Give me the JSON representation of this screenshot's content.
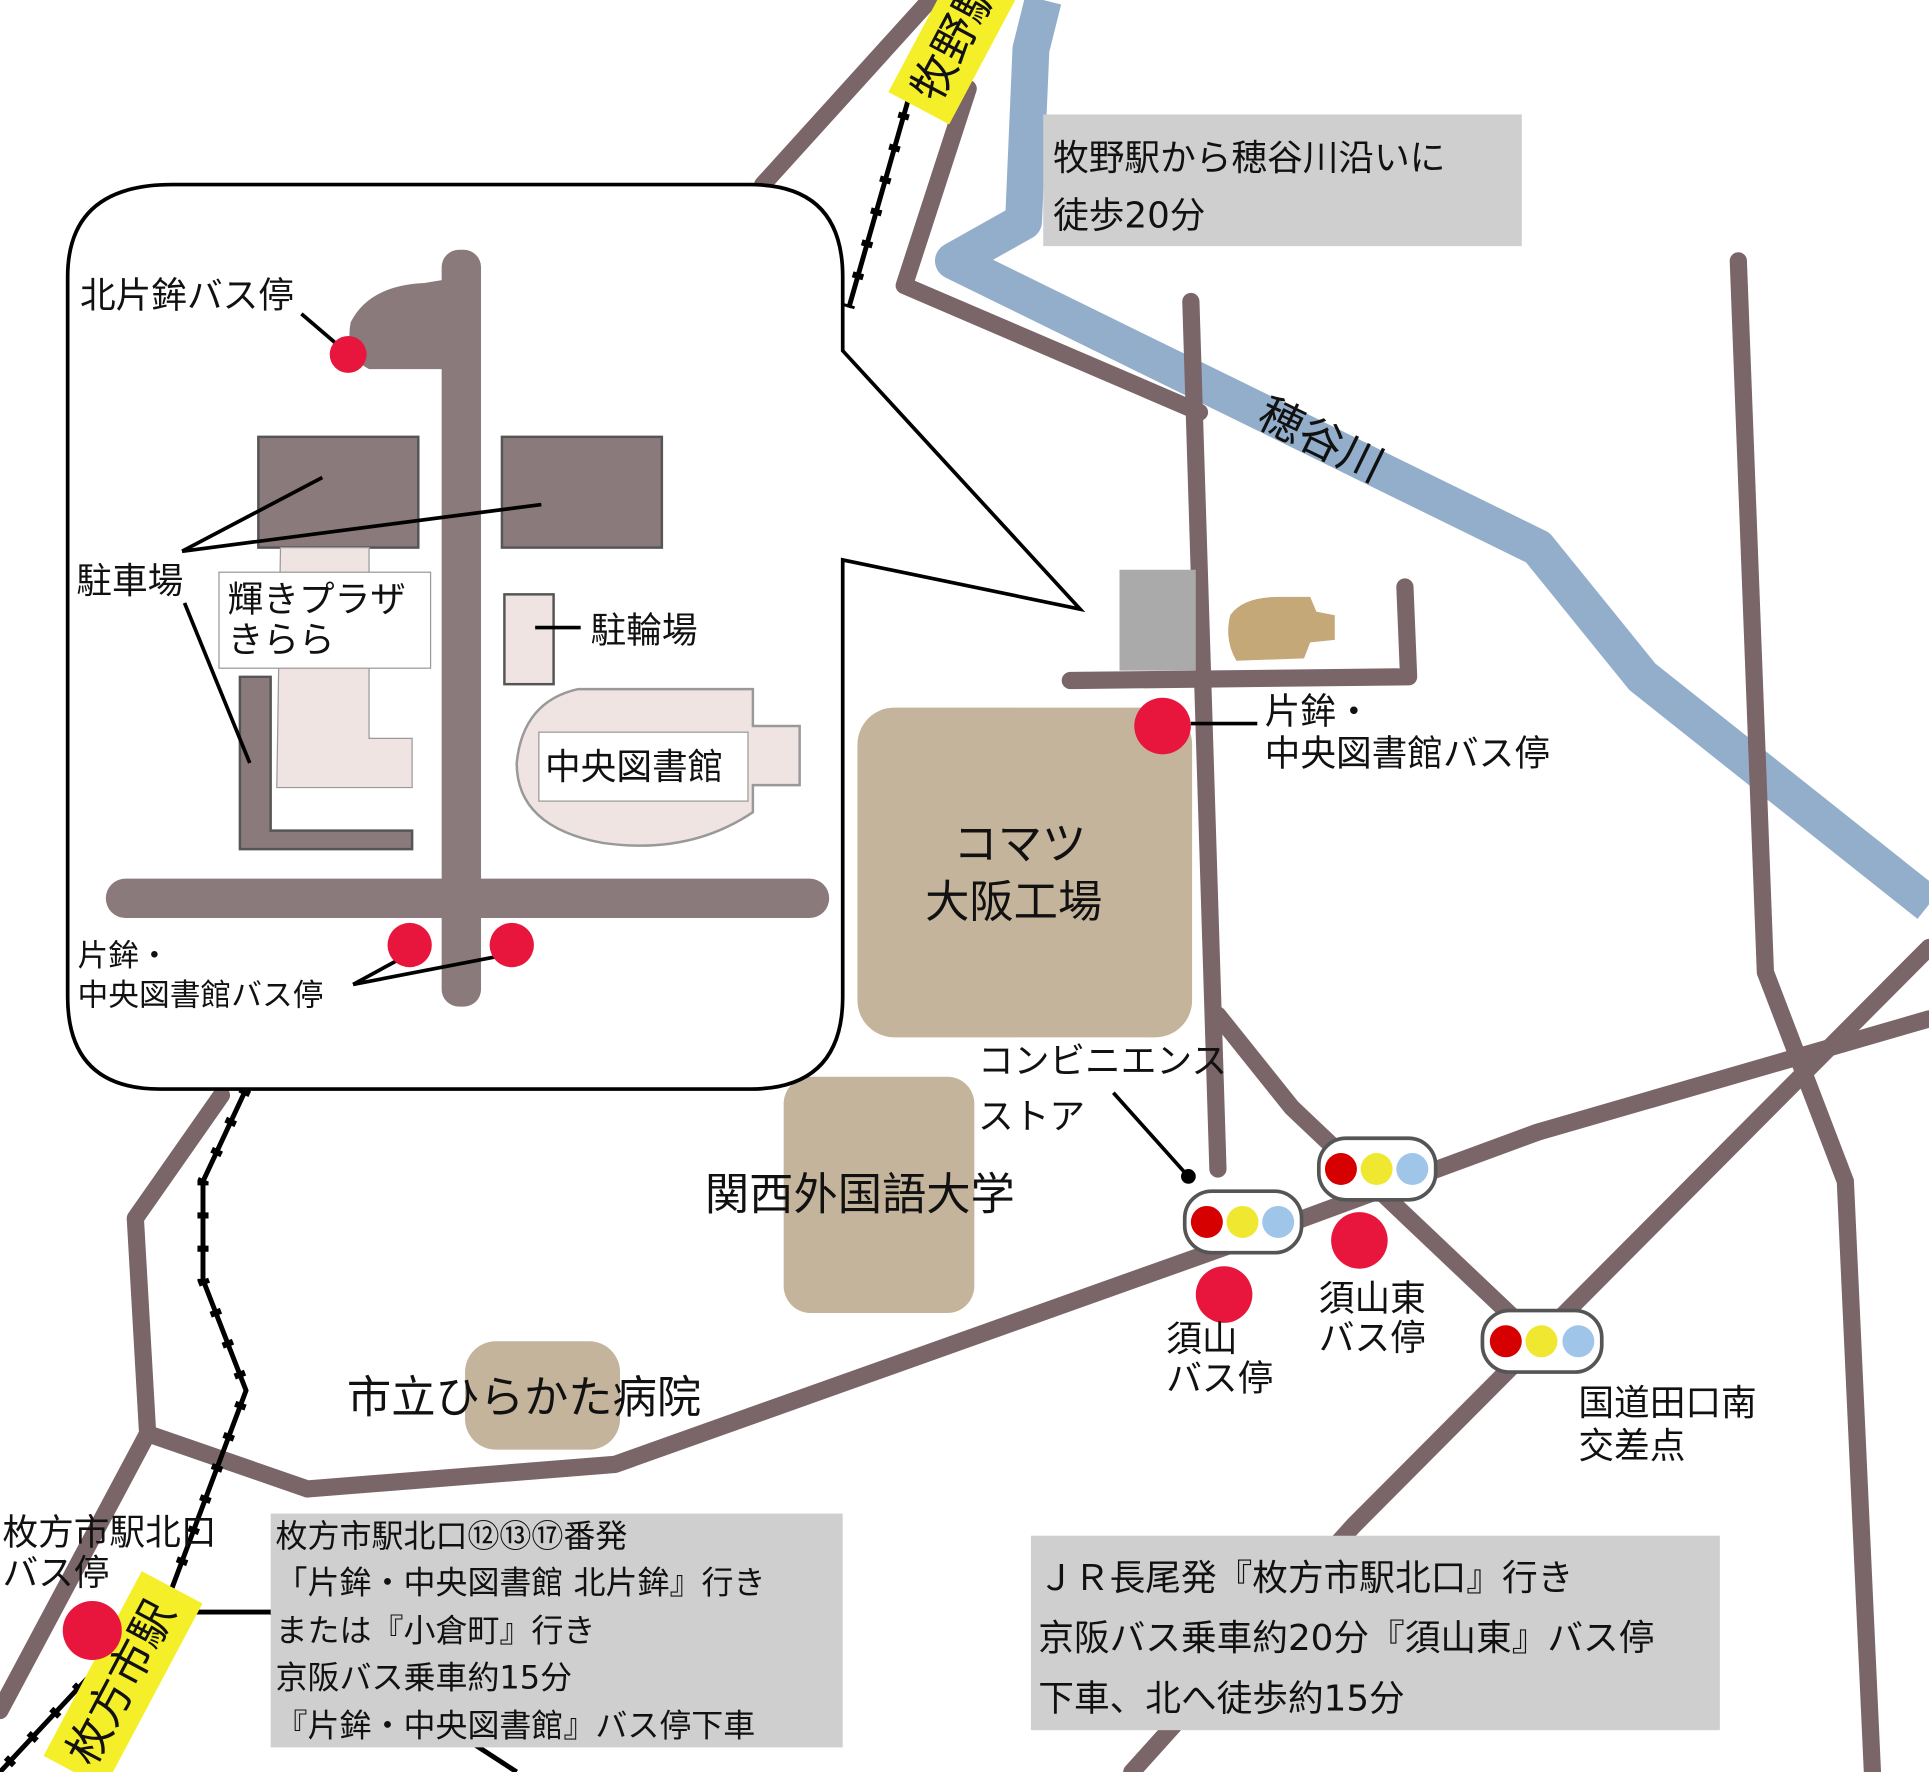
{
  "stations": {
    "makino": "牧野駅",
    "hirakatashi": "枚方市駅"
  },
  "river": "穂谷川",
  "notes": {
    "makino": [
      "牧野駅から穂谷川沿いに",
      "徒歩20分"
    ],
    "hirakata": [
      "枚方市駅北口⑫⑬⑰番発",
      "「片鉾・中央図書館 北片鉾』行き",
      "または『小倉町』行き",
      "京阪バス乗車約15分",
      "『片鉾・中央図書館』バス停下車"
    ],
    "jr": [
      "ＪＲ長尾発『枚方市駅北口』行き",
      "京阪バス乗車約20分『須山東』バス停",
      "下車、北へ徒歩約15分"
    ]
  },
  "inset": {
    "kitakatahoko_stop": "北片鉾バス停",
    "parking": "駐車場",
    "kirara": [
      "輝きプラザ",
      "きらら"
    ],
    "bicycle_parking": "駐輪場",
    "library": "中央図書館",
    "library_stop": [
      "片鉾・",
      "中央図書館バス停"
    ]
  },
  "landmarks": {
    "library_stop": [
      "片鉾・",
      "中央図書館バス停"
    ],
    "komatsu": [
      "コマツ",
      "大阪工場"
    ],
    "convenience": [
      "コンビニエンス",
      "ストア"
    ],
    "university": "関西外国語大学",
    "hospital": "市立ひらかた病院",
    "suyama_stop": [
      "須山",
      "バス停"
    ],
    "suyamahigashi_stop": [
      "須山東",
      "バス停"
    ],
    "taguchi": [
      "国道田口南",
      "交差点"
    ],
    "hirakata_stop": [
      "枚方市駅北口",
      "バス停"
    ]
  },
  "colors": {
    "road": "#7a6569",
    "river": "#93aecb",
    "building": "#c4b49c",
    "stop": "#e8163c",
    "station": "#f5ef2a"
  }
}
